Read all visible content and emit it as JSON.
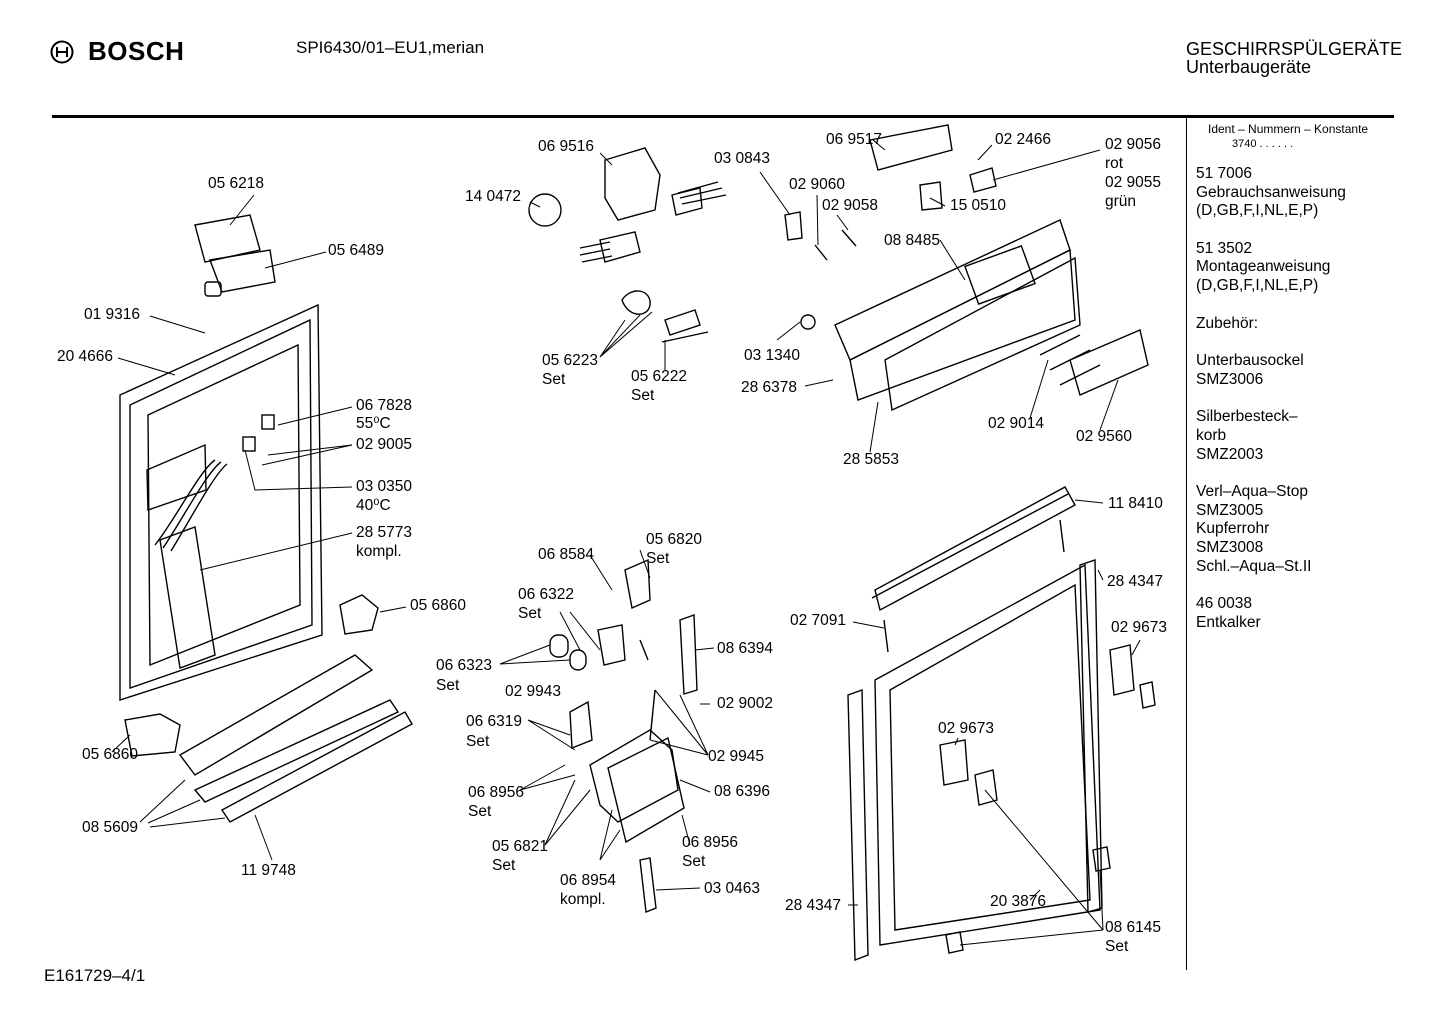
{
  "header": {
    "brand": "BOSCH",
    "model": "SPI6430/01–EU1,merian",
    "category_line1": "GESCHIRRSPÜLGERÄTE",
    "category_line2": "Unterbaugeräte"
  },
  "sidebar": {
    "ident_title": "Ident – Nummern – Konstante",
    "ident_value": "3740 . . . . . .",
    "items": [
      [
        "51 7006",
        "Gebrauchsanweisung",
        "(D,GB,F,I,NL,E,P)"
      ],
      [
        "51 3502",
        "Montageanweisung",
        "(D,GB,F,I,NL,E,P)"
      ],
      [
        "",
        "Zubehör:"
      ],
      [
        "Unterbausockel",
        "SMZ3006"
      ],
      [
        "Silberbesteck–",
        "korb",
        "SMZ2003"
      ],
      [
        "Verl–Aqua–Stop",
        "SMZ3005",
        "Kupferrohr",
        "SMZ3008",
        "Schl.–Aqua–St.II"
      ],
      [
        "46 0038",
        "Entkalker"
      ]
    ]
  },
  "labels": [
    "05 6218",
    "05 6489",
    "01 9316",
    "20 4666",
    "06 7828",
    "55⁰C",
    "02 9005",
    "03 0350",
    "40⁰C",
    "28 5773",
    "kompl.",
    "05 6860",
    "05 6860",
    "08 5609",
    "11 9748",
    "06 9516",
    "14 0472",
    "03 0843",
    "05 6223",
    "Set",
    "05 6222",
    "Set",
    "03 1340",
    "06 9517",
    "02 2466",
    "02 9056",
    "rot",
    "02 9055",
    "grün",
    "02 9060",
    "02 9058",
    "15 0510",
    "08 8485",
    "28 6378",
    "02 9014",
    "02 9560",
    "28 5853",
    "06 8584",
    "05 6820",
    "Set",
    "06 6322",
    "Set",
    "06 6323",
    "Set",
    "08 6394",
    "02 9943",
    "02 9002",
    "06 6319",
    "Set",
    "02 9945",
    "06 8956",
    "Set",
    "08 6396",
    "05 6821",
    "Set",
    "06 8956",
    "Set",
    "06 8954",
    "kompl.",
    "03 0463",
    "11 8410",
    "28 4347",
    "02 7091",
    "02 9673",
    "02 9673",
    "28 4347",
    "20 3876",
    "08 6145",
    "Set"
  ],
  "footer": {
    "code": "E161729–4/1"
  }
}
